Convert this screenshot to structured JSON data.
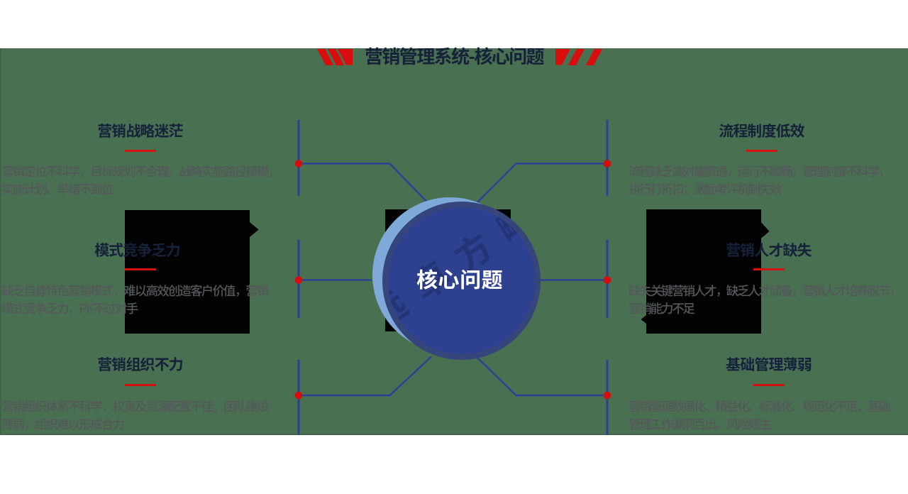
{
  "title": "营销管理系统-核心问题",
  "center": {
    "label": "核心问题",
    "watermark": "远卓方略"
  },
  "sections": [
    {
      "id": "top-left",
      "heading": "营销战略迷茫",
      "body_lines": [
        "营销定位不科学，目标规划不合理，战略实施路径模糊，",
        "实施计划、举措不到位"
      ]
    },
    {
      "id": "middle-left",
      "heading": "模式竞争乏力",
      "body_lines": [
        "缺乏自身特色营销模式，难以高效创造客户价值，营销",
        "模式竞争乏力，PK不过对手"
      ]
    },
    {
      "id": "bottom-left",
      "heading": "营销组织不力",
      "body_lines": [
        "营销组织体系不科学，权责及资源配置不佳，团队建设",
        "薄弱，组织难以形成合力"
      ]
    },
    {
      "id": "top-right",
      "heading": "流程制度低效",
      "body_lines": [
        "流程缺乏端对端贯通，运行不顺畅；管理制度不科学，",
        "执行打折扣；激励考评机制失效"
      ]
    },
    {
      "id": "middle-right",
      "heading": "营销人才缺失",
      "body_lines": [
        "缺失关键营销人才，缺乏人才储备，营销人才培养脱节，",
        "营销能力不足"
      ]
    },
    {
      "id": "bottom-right",
      "heading": "基础管理薄弱",
      "body_lines": [
        "营销管理数据化、精益化、标准化、规范化不足，基础",
        "管理工作漏洞百出、风险频生"
      ]
    }
  ],
  "colors": {
    "band_background": "#4a7052",
    "accent_red": "#d90d0d",
    "heading_navy": "#16213a",
    "body_grey": "#53585b",
    "line_blue": "#2e4095",
    "circle_fill": "#2d4190",
    "circle_ring": "#36467c",
    "circle_back": "#7fa9d9",
    "placeholder_black": "#030303"
  }
}
